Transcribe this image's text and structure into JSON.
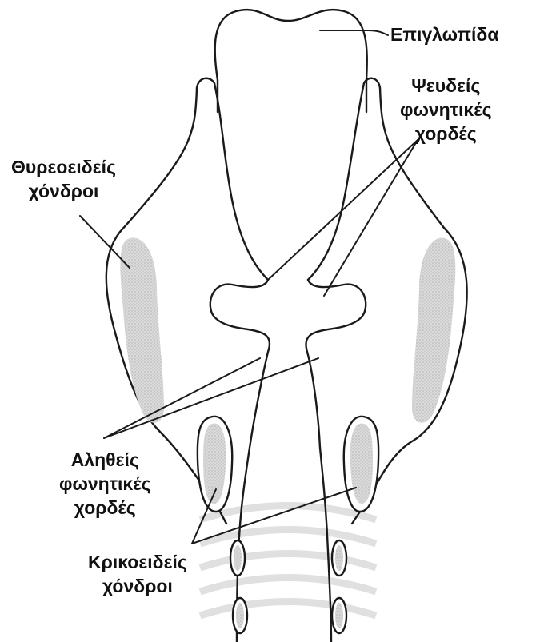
{
  "labels": {
    "epiglottis": "Επιγλωπίδα",
    "false_cords": [
      "Ψευδείς",
      "φωνητικές",
      "χορδές"
    ],
    "thyroid": [
      "Θυρεοειδείς",
      "χόνδροι"
    ],
    "true_cords": [
      "Αληθείς",
      "φωνητικές",
      "χορδές"
    ],
    "cricoid": [
      "Κρικοειδείς",
      "χόνδροι"
    ]
  }
}
